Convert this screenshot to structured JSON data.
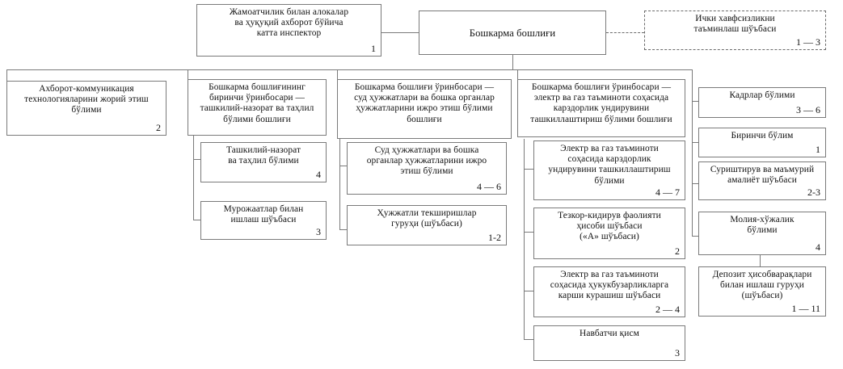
{
  "chart": {
    "title_root": "Бошкарма бошлиғи",
    "boxes": {
      "inspector": {
        "text": "Жамоатчилик билан алокалар\nва ҳуқуқий ахборот бўйича\nкатта инспектор",
        "num": "1"
      },
      "root": {
        "text": "Бошкарма бошлиғи",
        "num": ""
      },
      "security": {
        "text": "Ички хавфсизликни\nтаъминлаш шўъбаси",
        "num": "1 — 3"
      },
      "ict": {
        "text": "Ахборот-коммуникация\nтехнологияларини жорий этиш\nбўлими",
        "num": "2"
      },
      "deputy1": {
        "text": "Бошкарма бошлиғининг\nбиринчи ўринбосари —\nташкилий-назорат ва таҳлил\nбўлими бошлиғи",
        "num": ""
      },
      "deputy1_sub1": {
        "text": "Ташкилий-назорат\nва таҳлил бўлими",
        "num": "4"
      },
      "deputy1_sub2": {
        "text": "Мурожаатлар билан\nишлаш шўъбаси",
        "num": "3"
      },
      "deputy2": {
        "text": "Бошкарма бошлиғи ўринбосари —\nсуд ҳужжатлари ва бошка органлар\nҳужжатларини ижро этиш бўлими\nбошлиғи",
        "num": ""
      },
      "deputy2_sub1": {
        "text": "Суд ҳужжатлари ва бошка\nорганлар ҳужжатларини ижро\nэтиш бўлими",
        "num": "4 — 6"
      },
      "deputy2_sub2": {
        "text": "Ҳужжатли текширишлар\nгуруҳи (шўъбаси)",
        "num": "1-2"
      },
      "deputy3": {
        "text": "Бошкарма бошлиғи ўринбосари —\nэлектр ва газ таъминоти соҳасида\nкарздорлик ундирувини\nташкиллаштириш бўлими бошлиғи",
        "num": ""
      },
      "deputy3_sub1": {
        "text": "Электр ва газ таъминоти\nсоҳасида карздорлик\nундирувини ташкиллаштириш\nбўлими",
        "num": "4 — 7"
      },
      "deputy3_sub2": {
        "text": "Тезкор-кидирув фаолияти\nҳисоби шўъбаси\n(«А» шўъбаси)",
        "num": "2"
      },
      "deputy3_sub3": {
        "text": "Электр ва газ таъминоти\nсоҳасида ҳукукбузарликларга\nкарши курашиш шўъбаси",
        "num": "2 — 4"
      },
      "deputy3_sub4": {
        "text": "Навбатчи қисм",
        "num": "3"
      },
      "right1": {
        "text": "Кадрлар бўлими",
        "num": "3 — 6"
      },
      "right2": {
        "text": "Биринчи бўлим",
        "num": "1"
      },
      "right3": {
        "text": "Суриштирув ва маъмурий\nамалиёт шўъбаси",
        "num": "2-3"
      },
      "right4": {
        "text": "Молия-хўжалик\nбўлими",
        "num": "4"
      },
      "right5": {
        "text": "Депозит ҳисобварақлари\nбилан ишлаш гуруҳи\n(шўъбаси)",
        "num": "1 — 11"
      }
    },
    "colors": {
      "border": "#7a7a7a",
      "dashed_border": "#6b6b6b",
      "background": "#ffffff",
      "text": "#111111"
    }
  }
}
